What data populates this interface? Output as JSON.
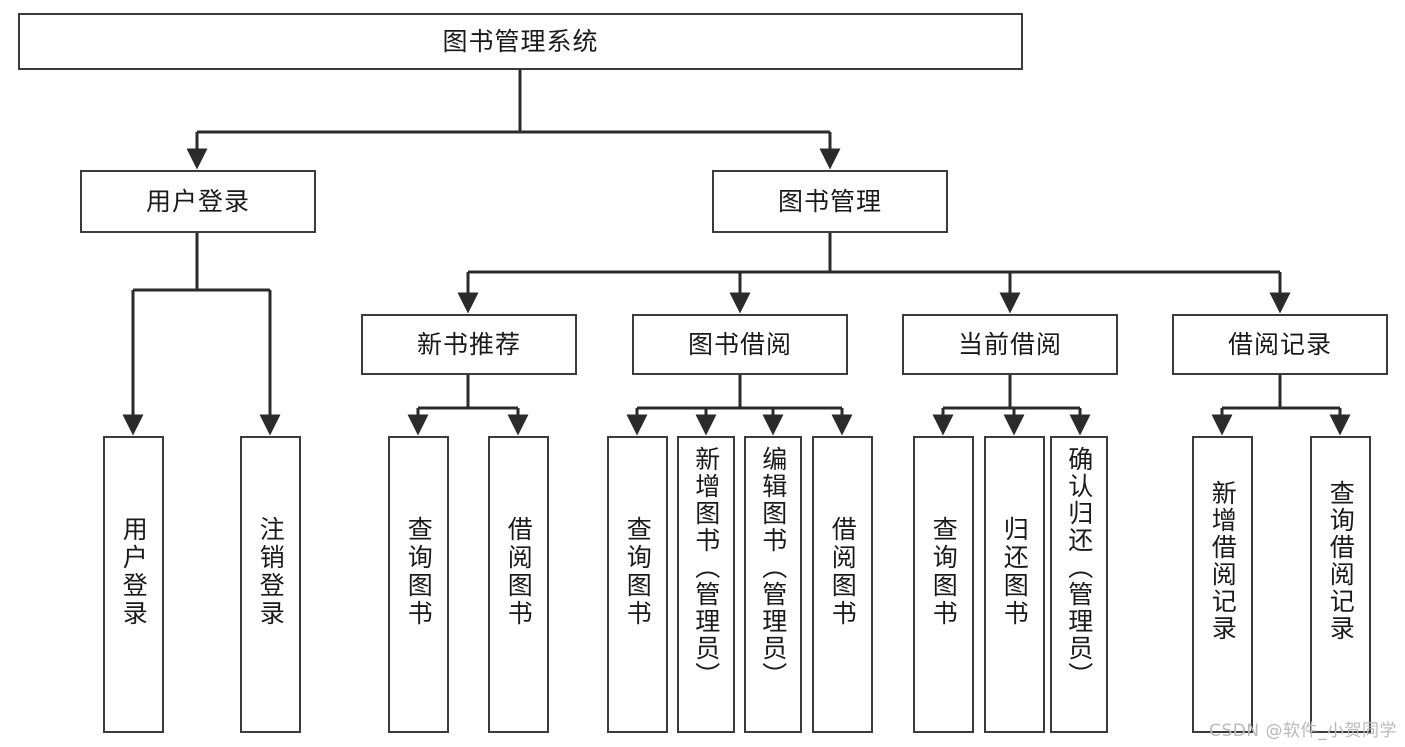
{
  "diagram": {
    "title": "图书管理系统",
    "type": "tree-hierarchy",
    "watermark": "CSDN @软件_小贺同学",
    "colors": {
      "box_border": "#3b3b3b",
      "box_fill": "#ffffff",
      "edge": "#2b2b2b",
      "text": "#1a1a1a",
      "watermark": "#b9b9b9",
      "background": "#ffffff"
    },
    "levels": {
      "root": "图书管理系统",
      "level2": [
        "用户登录",
        "图书管理"
      ],
      "level3": [
        "新书推荐",
        "图书借阅",
        "当前借阅",
        "借阅记录"
      ],
      "level4": [
        "用户登录",
        "注销登录",
        "查询图书",
        "借阅图书",
        "查询图书",
        "新增图书（管理员）",
        "编辑图书（管理员）",
        "借阅图书",
        "查询图书",
        "归还图书",
        "确认归还（管理员）",
        "新增借阅记录",
        "查询借阅记录"
      ]
    },
    "nodes": {
      "root": {
        "label": "图书管理系统"
      },
      "user_login": {
        "label": "用户登录"
      },
      "book_manage": {
        "label": "图书管理"
      },
      "new_book_rec": {
        "label": "新书推荐"
      },
      "book_borrow": {
        "label": "图书借阅"
      },
      "current_borrow": {
        "label": "当前借阅"
      },
      "borrow_record": {
        "label": "借阅记录"
      },
      "leaf_user_login": {
        "label": "用户登录"
      },
      "leaf_logout": {
        "label": "注销登录"
      },
      "leaf_query_book_1": {
        "label": "查询图书"
      },
      "leaf_borrow_book_1": {
        "label": "借阅图书"
      },
      "leaf_query_book_2": {
        "label": "查询图书"
      },
      "leaf_add_book": {
        "label": "新增图书（管理员）"
      },
      "leaf_edit_book": {
        "label": "编辑图书（管理员）"
      },
      "leaf_borrow_book_2": {
        "label": "借阅图书"
      },
      "leaf_query_book_3": {
        "label": "查询图书"
      },
      "leaf_return_book": {
        "label": "归还图书"
      },
      "leaf_confirm_return": {
        "label": "确认归还（管理员）"
      },
      "leaf_add_record": {
        "label": "新增借阅记录"
      },
      "leaf_query_record": {
        "label": "查询借阅记录"
      }
    },
    "edges": [
      {
        "from": "root",
        "to": "user_login"
      },
      {
        "from": "root",
        "to": "book_manage"
      },
      {
        "from": "user_login",
        "to": "leaf_user_login"
      },
      {
        "from": "user_login",
        "to": "leaf_logout"
      },
      {
        "from": "book_manage",
        "to": "new_book_rec"
      },
      {
        "from": "book_manage",
        "to": "book_borrow"
      },
      {
        "from": "book_manage",
        "to": "current_borrow"
      },
      {
        "from": "book_manage",
        "to": "borrow_record"
      },
      {
        "from": "new_book_rec",
        "to": "leaf_query_book_1"
      },
      {
        "from": "new_book_rec",
        "to": "leaf_borrow_book_1"
      },
      {
        "from": "book_borrow",
        "to": "leaf_query_book_2"
      },
      {
        "from": "book_borrow",
        "to": "leaf_add_book"
      },
      {
        "from": "book_borrow",
        "to": "leaf_edit_book"
      },
      {
        "from": "book_borrow",
        "to": "leaf_borrow_book_2"
      },
      {
        "from": "current_borrow",
        "to": "leaf_query_book_3"
      },
      {
        "from": "current_borrow",
        "to": "leaf_return_book"
      },
      {
        "from": "current_borrow",
        "to": "leaf_confirm_return"
      },
      {
        "from": "borrow_record",
        "to": "leaf_add_record"
      },
      {
        "from": "borrow_record",
        "to": "leaf_query_record"
      }
    ]
  }
}
